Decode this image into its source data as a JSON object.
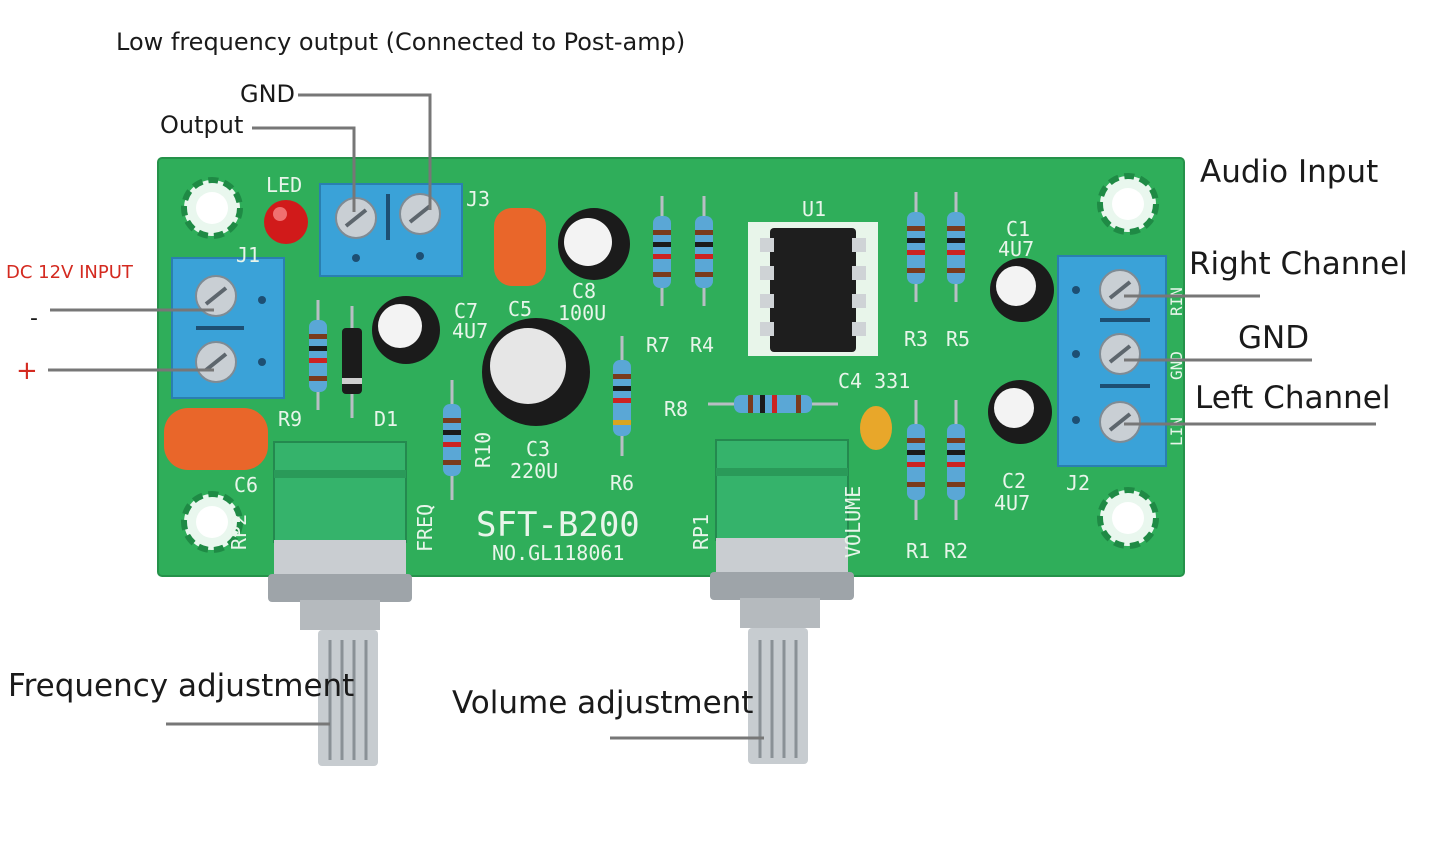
{
  "labels": {
    "low_freq_output": "Low frequency output (Connected to Post-amp)",
    "gnd_top": "GND",
    "output": "Output",
    "audio_input": "Audio Input",
    "right_channel": "Right Channel",
    "gnd_right": "GND",
    "left_channel": "Left Channel",
    "dc_input": "DC 12V INPUT",
    "minus": "-",
    "plus": "+",
    "freq_adjust": "Frequency adjustment",
    "volume_adjust": "Volume adjustment"
  },
  "board": {
    "model": "SFT-B200",
    "serial": "NO.GL118061",
    "silkscreen": {
      "led": "LED",
      "j1": "J1",
      "j2": "J2",
      "j3": "J3",
      "u1": "U1",
      "c1": "C1",
      "c1_val": "4U7",
      "c2": "C2",
      "c2_val": "4U7",
      "c3": "C3",
      "c3_val": "220U",
      "c4": "C4 331",
      "c5": "C5",
      "c6": "C6",
      "c7": "C7",
      "c7_val": "4U7",
      "c8": "C8",
      "c8_val": "100U",
      "r1": "R1",
      "r2": "R2",
      "r3": "R3",
      "r4": "R4",
      "r5": "R5",
      "r6": "R6",
      "r7": "R7",
      "r8": "R8",
      "r9": "R9",
      "r10": "R10",
      "d1": "D1",
      "rp1": "RP1",
      "rp2": "RP2",
      "freq": "FREQ",
      "volume": "VOLUME",
      "rin": "RIN",
      "gnd": "GND",
      "lin": "LIN"
    }
  },
  "colors": {
    "pcb": "#2fae5a",
    "terminal": "#3aa2d8",
    "pot": "#35b36b",
    "callout_red": "#d42a20",
    "leader": "#777777"
  }
}
